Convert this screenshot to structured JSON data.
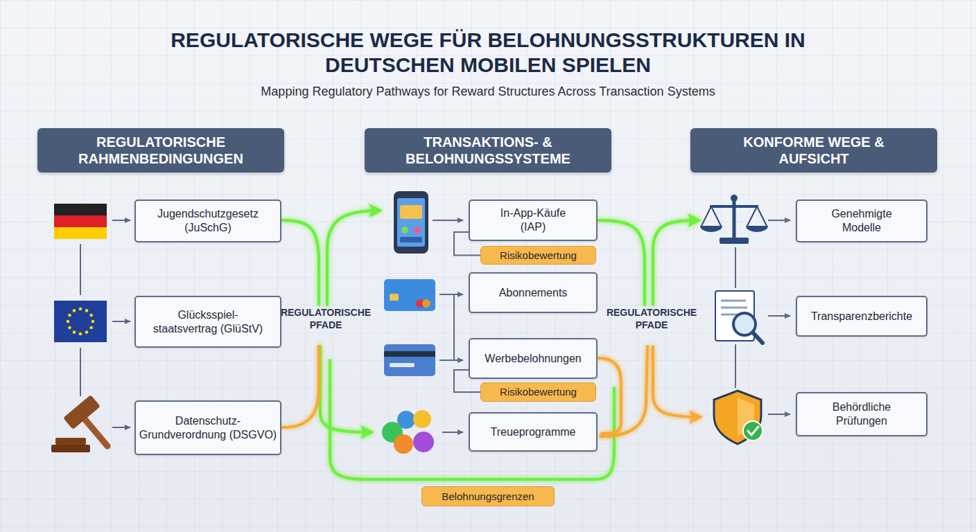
{
  "diagram": {
    "title": "REGULATORISCHE WEGE FÜR BELOHNUNGSSTRUKTUREN IN DEUTSCHEN MOBILEN SPIELEN",
    "caption": "Mapping Regulatory Pathways for Reward Structures Across Transaction Systems",
    "nodes": [
      {
        "text": [
          "REGULATORISCHE RAHMENBEDINGUNGEN"
        ]
      },
      {
        "text": [
          "TRANSAKTIONS- & BELOHNUNGSSYSTEME"
        ]
      },
      {
        "text": [
          "KONFORME WEGE & AUFSICHT"
        ]
      },
      {
        "text": [
          "Jugendschutzgesetz (JuSchG)"
        ]
      },
      {
        "text": [
          "Glücksspiel- staatsvertrag (GlüStV)"
        ]
      },
      {
        "text": [
          "Datenschutz- Grundverordnung (DSGVO)"
        ]
      },
      {
        "text": [
          "In-App-Käufe (IAP)"
        ]
      },
      {
        "text": [
          "Risikobewertung"
        ]
      },
      {
        "text": [
          "Abonnements"
        ]
      },
      {
        "text": [
          "Werbebelohnungen"
        ]
      },
      {
        "text": [
          "Risikobewertung"
        ]
      },
      {
        "text": [
          "Treueprogramme"
        ]
      },
      {
        "text": [
          "Belohnungsgrenzen"
        ]
      },
      {
        "text": [
          "Genehmigte Modelle"
        ]
      },
      {
        "text": [
          "Transparenzberichte"
        ]
      },
      {
        "text": [
          "Behördliche Prüfungen"
        ]
      }
    ],
    "edges": [
      {
        "from": 6,
        "to": 7,
        "arrow": "none"
      },
      {
        "from": 9,
        "to": 10,
        "arrow": "none"
      }
    ],
    "labels": [
      "REGULATORISCHE PFADE",
      "REGULATORISCHE PFADE"
    ]
  }
}
